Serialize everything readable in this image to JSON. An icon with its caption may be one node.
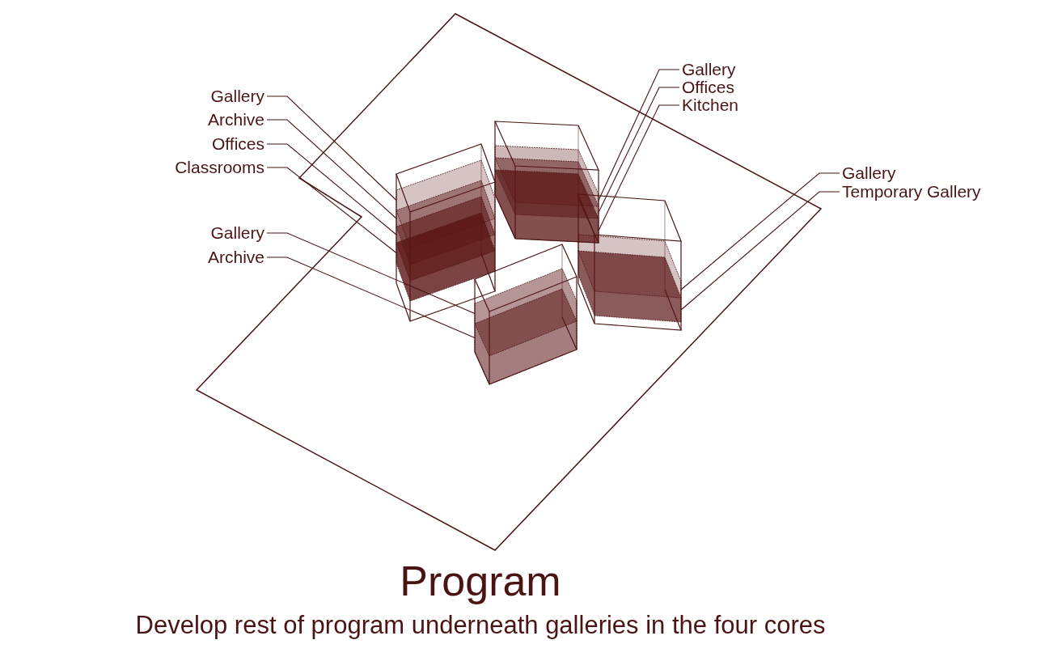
{
  "diagram": {
    "title": "Program",
    "caption": "Develop rest of program underneath galleries in the four cores",
    "nodes": [
      {
        "text": [
          "Gallery"
        ]
      },
      {
        "text": [
          "Archive"
        ]
      },
      {
        "text": [
          "Offices"
        ]
      },
      {
        "text": [
          "Classrooms"
        ]
      },
      {
        "text": [
          "Gallery"
        ]
      },
      {
        "text": [
          "Archive"
        ]
      },
      {
        "text": [
          "Gallery"
        ]
      },
      {
        "text": [
          "Offices"
        ]
      },
      {
        "text": [
          "Kitchen"
        ]
      },
      {
        "text": [
          "Gallery"
        ]
      },
      {
        "text": [
          "Temporary Gallery"
        ]
      },
      {
        "text": [],
        "shape": "box"
      },
      {
        "text": [],
        "shape": "box"
      },
      {
        "text": [],
        "shape": "box"
      },
      {
        "text": [],
        "shape": "box"
      },
      {
        "text": [],
        "shape": "box"
      },
      {
        "text": [],
        "shape": "box"
      },
      {
        "text": [],
        "shape": "box"
      },
      {
        "text": [],
        "shape": "box"
      },
      {
        "text": [],
        "shape": "box"
      },
      {
        "text": [],
        "shape": "box"
      },
      {
        "text": [],
        "shape": "box"
      }
    ],
    "edges": [
      {
        "from": 0,
        "to": 11,
        "arrow": "none"
      },
      {
        "from": 1,
        "to": 12,
        "arrow": "none"
      },
      {
        "from": 2,
        "to": 13,
        "arrow": "none"
      },
      {
        "from": 3,
        "to": 14,
        "arrow": "none"
      },
      {
        "from": 4,
        "to": 15,
        "arrow": "none"
      },
      {
        "from": 5,
        "to": 16,
        "arrow": "none"
      },
      {
        "from": 6,
        "to": 17,
        "arrow": "none"
      },
      {
        "from": 7,
        "to": 18,
        "arrow": "none"
      },
      {
        "from": 8,
        "to": 19,
        "arrow": "none"
      },
      {
        "from": 9,
        "to": 20,
        "arrow": "none"
      },
      {
        "from": 10,
        "to": 21,
        "arrow": "none"
      }
    ]
  }
}
